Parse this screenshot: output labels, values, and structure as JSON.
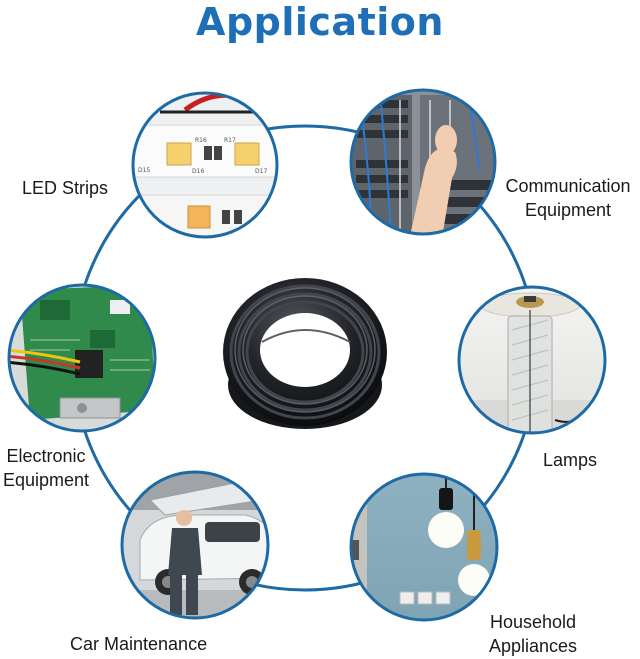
{
  "title": "Application",
  "colors": {
    "title": "#1f6fb8",
    "ring": "#1d6aa5",
    "circle_border": "#1d6aa5"
  },
  "center_image": "black-cable-coil",
  "applications": [
    {
      "id": "led-strips",
      "label": "LED Strips",
      "image": "led-strip-photo"
    },
    {
      "id": "communication-equipment",
      "label_line1": "Communication",
      "label_line2": "Equipment",
      "image": "server-rack-photo"
    },
    {
      "id": "lamps",
      "label": "Lamps",
      "image": "glass-lamp-photo"
    },
    {
      "id": "household-appliances",
      "label_line1": "Household",
      "label_line2": "Appliances",
      "image": "pendant-bulbs-photo"
    },
    {
      "id": "car-maintenance",
      "label": "Car Maintenance",
      "image": "mechanic-car-photo"
    },
    {
      "id": "electronic-equipment",
      "label_line1": "Electronic",
      "label_line2": "Equipment",
      "image": "circuit-board-photo"
    }
  ]
}
